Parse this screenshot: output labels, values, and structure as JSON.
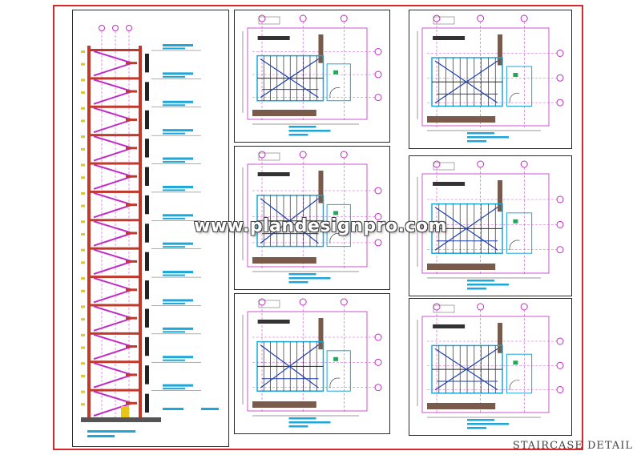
{
  "sheet_title": "STAIRCASE DETAIL",
  "watermark": "www.plandesignpro.com",
  "colors": {
    "frame": "#d9262b",
    "panel_border": "#2a2a2a",
    "stair_magenta": "#c02cc4",
    "slab_red": "#c0392b",
    "dim_blue": "#1e3fb0",
    "cyan": "#1da6d8",
    "wall_brown": "#7a5a4a"
  },
  "section": {
    "name": "staircase-section",
    "floors": 13,
    "grid_markers": 3
  },
  "plans": [
    {
      "id": "plan-1",
      "grid_markers": 3,
      "side_markers": 3
    },
    {
      "id": "plan-2",
      "grid_markers": 3,
      "side_markers": 3
    },
    {
      "id": "plan-3",
      "grid_markers": 3,
      "side_markers": 3
    },
    {
      "id": "plan-4",
      "grid_markers": 3,
      "side_markers": 3
    },
    {
      "id": "plan-5",
      "grid_markers": 3,
      "side_markers": 3
    },
    {
      "id": "plan-6",
      "grid_markers": 3,
      "side_markers": 3
    }
  ]
}
